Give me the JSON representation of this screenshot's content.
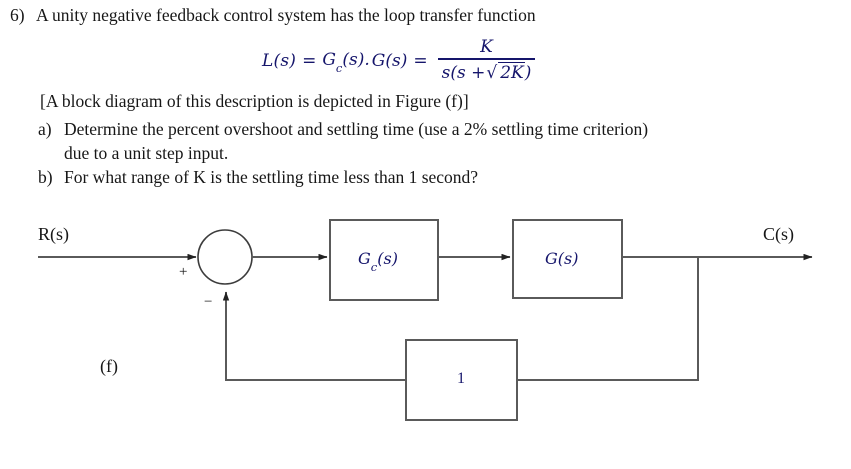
{
  "question": {
    "number": "6)",
    "stem": "A unity negative feedback control system has the loop transfer function",
    "figure_note": "[A block diagram of this description is depicted in Figure (f)]",
    "parts": [
      {
        "marker": "a)",
        "line1": "Determine the percent overshoot and settling time (use a 2% settling time criterion)",
        "line2": "due to a unit step input."
      },
      {
        "marker": "b)",
        "line1": "For what range of K is the settling time less than 1 second?"
      }
    ]
  },
  "equation": {
    "lhs": "L(s)",
    "equals_1": "=",
    "product_left": "G",
    "product_left_sub": "c",
    "product_left_arg": "(s).",
    "product_right": "G(s)",
    "equals_2": "=",
    "numerator": "K",
    "denominator_prefix": "s(s +",
    "denominator_radicand": "2K",
    "denominator_suffix": ")",
    "radical_glyph": "√"
  },
  "diagram": {
    "input_label": "R(s)",
    "output_label": "C(s)",
    "figure_label": "(f)",
    "summing_plus": "+",
    "summing_minus": "−",
    "blocks": [
      {
        "name": "controller",
        "label_main": "G",
        "label_sub": "c",
        "label_arg": "(s)"
      },
      {
        "name": "plant",
        "label_main": "G(s)"
      },
      {
        "name": "feedback",
        "label_main": "1"
      }
    ]
  },
  "colors": {
    "line": "#5a5a5a",
    "box_stroke": "#5a5a5a",
    "text": "#171717",
    "math_text": "#15156b",
    "background": "#ffffff"
  }
}
